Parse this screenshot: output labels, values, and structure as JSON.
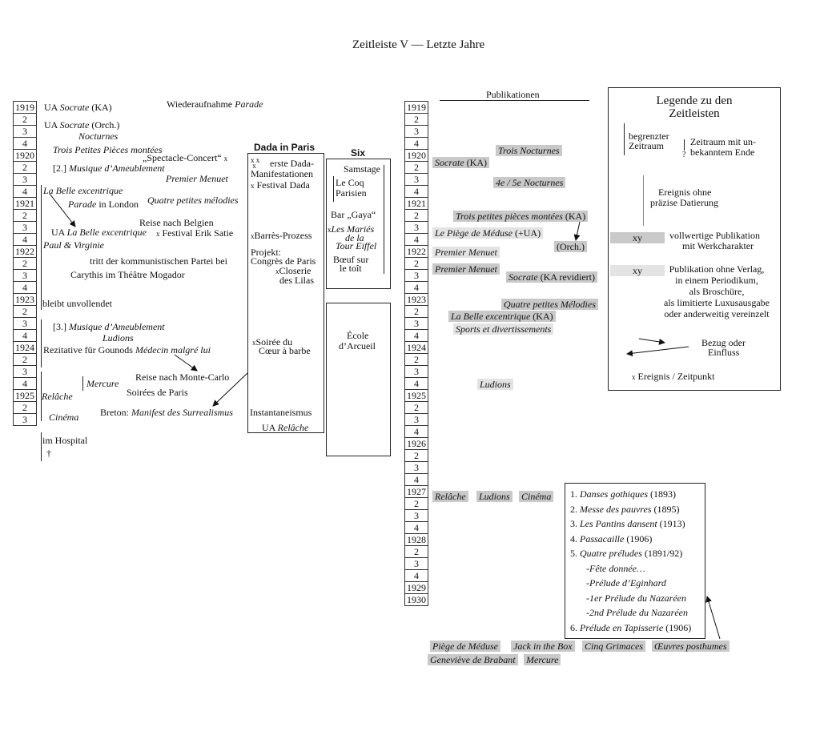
{
  "page_title": "Zeitleiste V — Letzte Jahre",
  "years_left": [
    "1919",
    "2",
    "3",
    "4",
    "1920",
    "2",
    "3",
    "4",
    "1921",
    "2",
    "3",
    "4",
    "1922",
    "2",
    "3",
    "4",
    "1923",
    "2",
    "3",
    "4",
    "1924",
    "2",
    "3",
    "4",
    "1925",
    "2",
    "3"
  ],
  "years_right": [
    "1919",
    "2",
    "3",
    "4",
    "1920",
    "2",
    "3",
    "4",
    "1921",
    "2",
    "3",
    "4",
    "1922",
    "2",
    "3",
    "4",
    "1923",
    "2",
    "3",
    "4",
    "1924",
    "2",
    "3",
    "4",
    "1925",
    "2",
    "3",
    "4",
    "1926",
    "2",
    "3",
    "4",
    "1927",
    "2",
    "3",
    "4",
    "1928",
    "2",
    "3",
    "4",
    "1929",
    "1930"
  ],
  "left_events": {
    "ua_socrate_ka_prefix": "UA ",
    "ua_socrate_ka_work": "Socrate",
    "ua_socrate_ka_suffix": " (KA)",
    "wiederaufnahme": "Wiederaufnahme ",
    "parade": "Parade",
    "ua_socrate_orch_prefix": "UA ",
    "ua_socrate_orch_work": "Socrate",
    "ua_socrate_orch_suffix": " (Orch.)",
    "nocturnes": "Nocturnes",
    "trois_petites": "Trois Petites Pièces montées",
    "spectacle_concert": "„Spectacle-Concert“",
    "musique_2_prefix": "[2.] ",
    "musique_2_work": "Musique d’Ameublement",
    "premier_menuet": "Premier Menuet",
    "la_belle": "La Belle excentrique",
    "parade_london_work": "Parade",
    "parade_london_suffix": " in London",
    "quatre_petites": "Quatre petites mélodies",
    "reise_belgien": "Reise nach Belgien",
    "ua_la_belle_prefix": "UA ",
    "ua_la_belle_work": "La Belle excentrique",
    "festival_satie": "Festival Erik Satie",
    "paul_virginie": "Paul & Virginie",
    "kommunist": "tritt der kommunistischen Partei bei",
    "carythis": "Carythis im Théâtre Mogador",
    "unvollendet": "bleibt unvollendet",
    "musique_3_prefix": "[3.] ",
    "musique_3_work": "Musique d’Ameublement",
    "ludions": "Ludions",
    "rezitative_prefix": "Rezitative für Gounods ",
    "rezitative_work": "Médecin malgré lui",
    "mercure": "Mercure",
    "reise_monte_carlo": "Reise nach Monte-Carlo",
    "relache": "Relâche",
    "soirees_paris": "Soirées de Paris",
    "cinema": "Cinéma",
    "breton_prefix": "Breton: ",
    "breton_work": "Manifest des Surrealismus",
    "im_hospital": "im Hospital",
    "dagger": "†",
    "mark": "x"
  },
  "dada": {
    "heading": "Dada in Paris",
    "erste_line1": "erste Dada-",
    "erste_line2": "Manifestationen",
    "festival_dada": "Festival Dada",
    "barres": "Barrès-Prozess",
    "projekt_line1": "Projekt:",
    "projekt_line2": "Congrès de Paris",
    "closerie_line1": "Closerie",
    "closerie_line2": "des Lilas",
    "soiree_line1": "Soirée du",
    "soiree_line2": "Cœur à barbe",
    "instantaneismus": "Instantaneismus",
    "ua_relache_prefix": "UA ",
    "ua_relache_work": "Relâche"
  },
  "six": {
    "heading": "Six",
    "samstage": "Samstage",
    "coq_line1": "Le Coq",
    "coq_line2": "Parisien",
    "bar_gaya": "Bar „Gaya“",
    "maries_line1": "Les Mariés",
    "maries_line2": "de la",
    "maries_line3": "Tour Eiffel",
    "boeuf_line1": "Bœuf sur",
    "boeuf_line2": "le toît"
  },
  "arcueil": {
    "line1": "École",
    "line2": "d’Arcueil"
  },
  "publikationen": {
    "heading": "Publikationen",
    "trois_nocturnes": "Trois Nocturnes",
    "socrate_ka_work": "Socrate",
    "socrate_ka_suffix": " (KA)",
    "nocturnes_45": "4e / 5e Nocturnes",
    "trois_petites_work": "Trois petites pièces montées",
    "trois_petites_suffix": " (KA)",
    "piege_work": "Le Piège de Méduse",
    "piege_suffix": " (+UA)",
    "orch": "(Orch.)",
    "premier_menuet_a": "Premier Menuet",
    "premier_menuet_b": "Premier Menuet",
    "socrate_rev_work": "Socrate",
    "socrate_rev_suffix": " (KA revidiert)",
    "quatre_petites": "Quatre petites Mélodies",
    "la_belle_work": "La Belle excentrique",
    "la_belle_suffix": " (KA)",
    "sports": "Sports et divertissements",
    "ludions": "Ludions",
    "relache": "Relâche",
    "ludions_2": "Ludions",
    "cinema": "Cinéma",
    "piege_1929": "Piège de Méduse",
    "jack": "Jack in the Box",
    "cinq": "Cinq Grimaces",
    "oeuvres": "Œuvres posthumes",
    "genevieve": "Geneviève de Brabant",
    "mercure": "Mercure"
  },
  "posthumous_list": [
    {
      "num": "1. ",
      "work": "Danses gothiques",
      "year": " (1893)",
      "indent": false
    },
    {
      "num": "2. ",
      "work": "Messe des pauvres",
      "year": " (1895)",
      "indent": false
    },
    {
      "num": "3. ",
      "work": "Les Pantins dansent",
      "year": " (1913)",
      "indent": false
    },
    {
      "num": "4. ",
      "work": "Passacaille",
      "year": " (1906)",
      "indent": false
    },
    {
      "num": "5. ",
      "work": "Quatre préludes",
      "year": " (1891/92)",
      "indent": false
    },
    {
      "num": "",
      "work": "-Fête donnée…",
      "year": "",
      "indent": true
    },
    {
      "num": "",
      "work": "-Prélude d’Eginhard",
      "year": "",
      "indent": true
    },
    {
      "num": "",
      "work": "-1er Prélude du Nazaréen",
      "year": "",
      "indent": true
    },
    {
      "num": "",
      "work": "-2nd Prélude du Nazaréen",
      "year": "",
      "indent": true
    },
    {
      "num": "6. ",
      "work": "Prélude en Tapisserie",
      "year": " (1906)",
      "indent": false
    }
  ],
  "legend": {
    "title_line1": "Legende zu den",
    "title_line2": "Zeitleisten",
    "begrenzt_line1": "begrenzter",
    "begrenzt_line2": "Zeitraum",
    "unbekannt_line1": "Zeitraum mit un-",
    "unbekannt_line2": "bekanntem Ende",
    "qmark": "?",
    "ohne_dat_line1": "Ereignis ohne",
    "ohne_dat_line2": "präzise Datierung",
    "xy_dark": "xy",
    "vollwertig_line1": "vollwertige Publikation",
    "vollwertig_line2": "mit Werkcharakter",
    "xy_light": "xy",
    "ohne_verlag_line1": "Publikation ohne Verlag,",
    "ohne_verlag_line2": "in einem Periodikum,",
    "ohne_verlag_line3": "als Broschüre,",
    "ohne_verlag_line4": "als limitierte Luxusausgabe",
    "ohne_verlag_line5": "oder anderweitig vereinzelt",
    "bezug_line1": "Bezug oder",
    "bezug_line2": "Einfluss",
    "ereignis": "Ereignis / Zeitpunkt",
    "mark": "x"
  }
}
